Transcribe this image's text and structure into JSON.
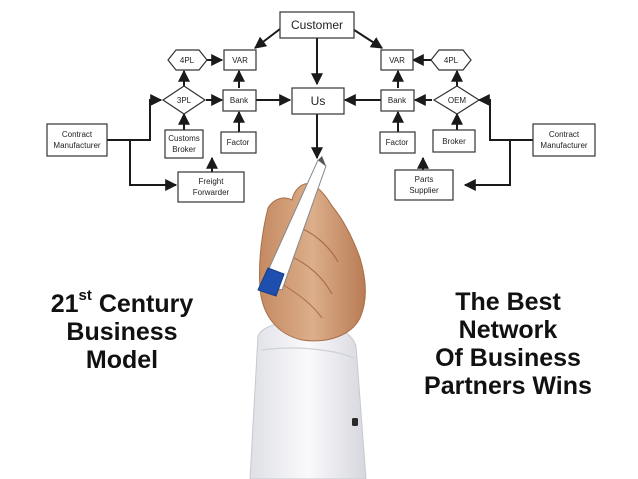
{
  "diagram": {
    "nodes": {
      "customer": "Customer",
      "us": "Us",
      "left_4pl": "4PL",
      "left_var": "VAR",
      "right_var": "VAR",
      "right_4pl": "4PL",
      "left_3pl": "3PL",
      "left_bank": "Bank",
      "right_bank": "Bank",
      "right_oem": "OEM",
      "left_contract_line1": "Contract",
      "left_contract_line2": "Manufacturer",
      "right_contract_line1": "Contract",
      "right_contract_line2": "Manufacturer",
      "customs_line1": "Customs",
      "customs_line2": "Broker",
      "left_factor": "Factor",
      "right_factor": "Factor",
      "broker": "Broker",
      "freight_line1": "Freight",
      "freight_line2": "Forwarder",
      "parts_line1": "Parts",
      "parts_line2": "Supplier"
    }
  },
  "headline_left": {
    "number": "21",
    "suffix": "st",
    "rest_line1": "Century",
    "line2": "Business",
    "line3": "Model"
  },
  "headline_right": {
    "line1": "The Best",
    "line2": "Network",
    "line3": "Of Business",
    "line4": "Partners Wins"
  },
  "colors": {
    "line": "#1a1a1a",
    "node_border": "#333333",
    "marker_blue": "#1f4fae",
    "skin": "#d4a07a",
    "sleeve": "#f4f4f6"
  }
}
